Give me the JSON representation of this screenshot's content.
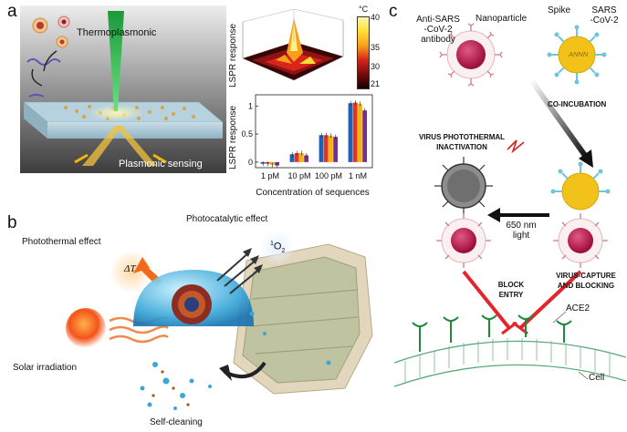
{
  "panel_a": {
    "letter": "a",
    "illustration_label_top": "Thermoplasmonic",
    "illustration_label_bottom": "Plasmonic sensing",
    "surface_plot": {
      "ylabel": "LSPR response",
      "colorbar_unit": "°C",
      "colorbar_ticks": [
        "40",
        "35",
        "30",
        "21"
      ],
      "colorbar_colors": [
        "#fff7b0",
        "#ffdd33",
        "#f7a01c",
        "#d9241a",
        "#6b0b0b",
        "#1a0000"
      ]
    }
  },
  "chart_data": {
    "type": "bar",
    "categories": [
      "1 pM",
      "10 pM",
      "100 pM",
      "1 nM"
    ],
    "xlabel": "Concentration of sequences",
    "ylabel": "LSPR response",
    "ylim": [
      -0.1,
      1.2
    ],
    "yticks": [
      "0",
      "0.5",
      "1"
    ],
    "series": [
      {
        "color": "#1f5fb5",
        "values": [
          -0.03,
          0.14,
          0.48,
          1.05
        ]
      },
      {
        "color": "#e63323",
        "values": [
          -0.03,
          0.16,
          0.48,
          1.06
        ]
      },
      {
        "color": "#f2b318",
        "values": [
          -0.05,
          0.16,
          0.47,
          1.04
        ]
      },
      {
        "color": "#7a2c99",
        "values": [
          -0.06,
          0.12,
          0.45,
          0.92
        ]
      }
    ]
  },
  "panel_b": {
    "letter": "b",
    "labels": {
      "photocatalytic": "Photocatalytic effect",
      "photothermal": "Photothermal effect",
      "delta_t": "ΔT",
      "singlet_oxygen_main": "O",
      "singlet_oxygen_sup": "1",
      "singlet_oxygen_sub": "2",
      "solar": "Solar irradiation",
      "self_cleaning": "Self-cleaning"
    }
  },
  "panel_c": {
    "letter": "c",
    "labels": {
      "antibody": [
        "Anti-SARS",
        "-CoV-2",
        "antibody"
      ],
      "nanoparticle": "Nanoparticle",
      "spike": "Spike",
      "sars": [
        "SARS",
        "-CoV-2"
      ],
      "virus_inner": "ANNN",
      "coincubation": "CO-INCUBATION",
      "photothermal_inactivation": [
        "VIRUS PHOTOTHERMAL",
        "INACTIVATION"
      ],
      "light": [
        "650 nm",
        "light"
      ],
      "block_entry": [
        "BLOCK",
        "ENTRY"
      ],
      "capture_blocking": [
        "VIRUS-CAPTURE",
        "AND BLOCKING"
      ],
      "ace2": "ACE2",
      "cell": "Cell"
    }
  }
}
